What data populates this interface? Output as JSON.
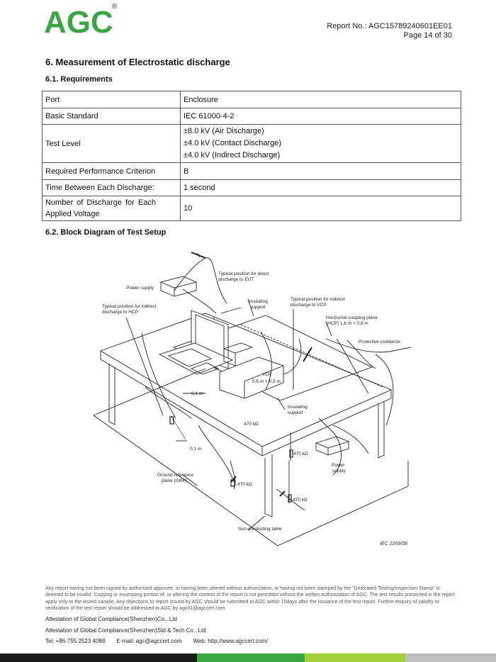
{
  "header": {
    "logo_text": "AGC",
    "logo_reg": "®",
    "report_no": "Report No.: AGC15789240601EE01",
    "page": "Page 14 of 30"
  },
  "section": {
    "title": "6.  Measurement of Electrostatic discharge",
    "req_title": "6.1. Requirements",
    "diagram_title": "6.2. Block Diagram of Test Setup"
  },
  "requirements": {
    "rows": [
      {
        "label": "Port",
        "value": "Enclosure"
      },
      {
        "label": "Basic Standard",
        "value": "IEC 61000-4-2"
      },
      {
        "label": "Test Level",
        "values": [
          "±8.0 kV (Air Discharge)",
          "±4.0 kV (Contact Discharge)",
          "±4.0 kV (Indirect Discharge)"
        ]
      },
      {
        "label": "Required Performance Criterion",
        "value": "B"
      },
      {
        "label": "Time Between Each Discharge:",
        "value": "1 second"
      },
      {
        "label_lines": [
          "Number  of  Discharge  for  Each",
          "Applied Voltage"
        ],
        "value": "10"
      }
    ]
  },
  "diagram": {
    "labels": {
      "power_supply_top": "Power supply",
      "direct_1": "Typical position for direct",
      "direct_2": "discharge to EUT",
      "ind_hcp_1": "Typical position for indirect",
      "ind_hcp_2": "discharge to HCP",
      "ins_support_top_1": "Insulating",
      "ins_support_top_2": "support",
      "ind_vcp_1": "Typical position for indirect",
      "ind_vcp_2": "discharge to VCP",
      "hcp_1": "Horizontal coupling plane",
      "hcp_2": "(HCP) 1,6 m × 0,8 m",
      "protective": "Protective conductor",
      "vcp_1": "VCP",
      "vcp_2": "0,5 m × 0,5 m",
      "dist_01a": "0,1 m",
      "dist_01b": "0,1 m",
      "ins_support_bot_1": "Insulating",
      "ins_support_bot_2": "support",
      "res_a": "470 kΩ",
      "res_b": "470 kΩ",
      "res_c": "470 kΩ",
      "res_d": "470 kΩ",
      "power_supply_right_1": "Power",
      "power_supply_right_2": "supply",
      "grp_1": "Ground reference",
      "grp_2": "plane (GRP)",
      "table": "Non-conducting table"
    },
    "iec_code": "IEC  2269/08"
  },
  "footer": {
    "disclaimer": "Any report having not been signed by authorized approver, or having been altered without authorization, or having not been stamped by the \"Dedicated Testing/Inspection Stamp\" is deemed to be invalid. Copying or excerpting portion of, or altering the content of the report is not permitted without the written authorization of AGC. The test results presented in the report apply only to the tested sample. Any objections to report issued by AGC should be submitted to AGC within 15days after the issuance of the test report. Further enquiry of validity or verification of the test report should be addressed to AGC by agc01@agccert.com.",
    "company_1": "Attestation of Global Compliance(Shenzhen)Co., Ltd",
    "company_2": "Attestation of Global Compliance(Shenzhen)Std & Tech Co., Ltd",
    "tel": "Tel: +86-755 2523 4088",
    "email": "E-mail: agc@agccert.com",
    "web": "Web: http://www.agccert.com/"
  },
  "colors": {
    "brand_green": "#3aa744",
    "bar_black": "#1b1b1b",
    "bar_green": "#3aa744",
    "bar_lime": "#a3cf3a",
    "bar_gray": "#bfbfbf"
  }
}
